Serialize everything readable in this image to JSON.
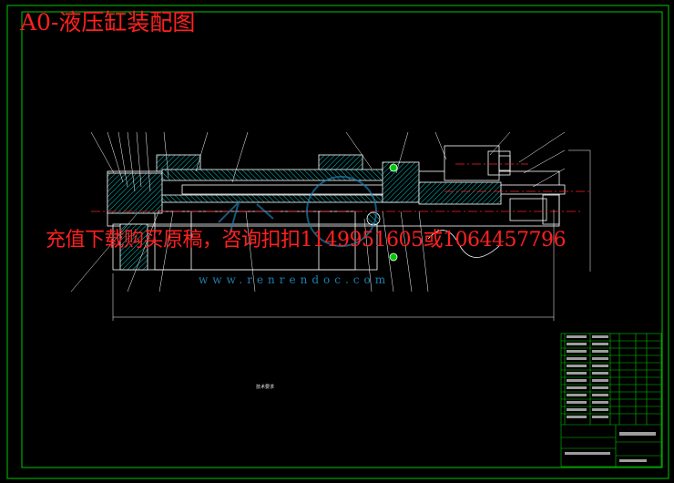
{
  "drawing": {
    "title": "A0-液压缸装配图",
    "watermark_text": "充值下载购买原稿，咨询扣扣1149951605或1064457796",
    "site_text": "www.renrendoc.com",
    "tech_notes_title": "技术要求",
    "notes": [
      "",
      "",
      "",
      "",
      ""
    ]
  },
  "colors": {
    "background": "#000000",
    "frame": "#00c800",
    "outline": "#ffffff",
    "hatch": "#00c8c8",
    "centerline": "#ff2020",
    "leader": "#ffffff",
    "watermark": "#ff2020",
    "title_block": "#00c800"
  }
}
